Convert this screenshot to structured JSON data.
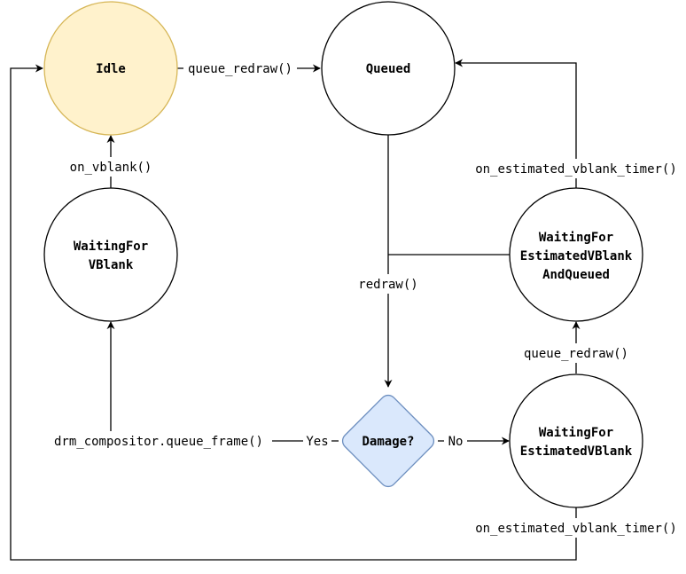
{
  "nodes": {
    "idle": {
      "label": "Idle",
      "fill": "#fff2cc",
      "stroke": "#d6b656"
    },
    "queued": {
      "label": "Queued"
    },
    "waiting_vblank": {
      "lines": [
        "WaitingFor",
        "VBlank"
      ]
    },
    "waiting_est_queued": {
      "lines": [
        "WaitingFor",
        "EstimatedVBlank",
        "AndQueued"
      ]
    },
    "waiting_est": {
      "lines": [
        "WaitingFor",
        "EstimatedVBlank"
      ]
    },
    "damage": {
      "label": "Damage?",
      "fill": "#dae8fc",
      "stroke": "#6c8ebf"
    }
  },
  "edges": {
    "idle_to_queued": "queue_redraw()",
    "vblank_to_idle": "on_vblank()",
    "est_queued_to_queued": "on_estimated_vblank_timer()",
    "queued_to_damage": "redraw()",
    "est_to_est_queued": "queue_redraw()",
    "damage_yes": "Yes",
    "damage_yes_color": "#4a7c2f",
    "damage_no": "No",
    "damage_no_color": "#8b3a2a",
    "yes_to_vblank": "drm_compositor.queue_frame()",
    "est_to_idle": "on_estimated_vblank_timer()"
  }
}
